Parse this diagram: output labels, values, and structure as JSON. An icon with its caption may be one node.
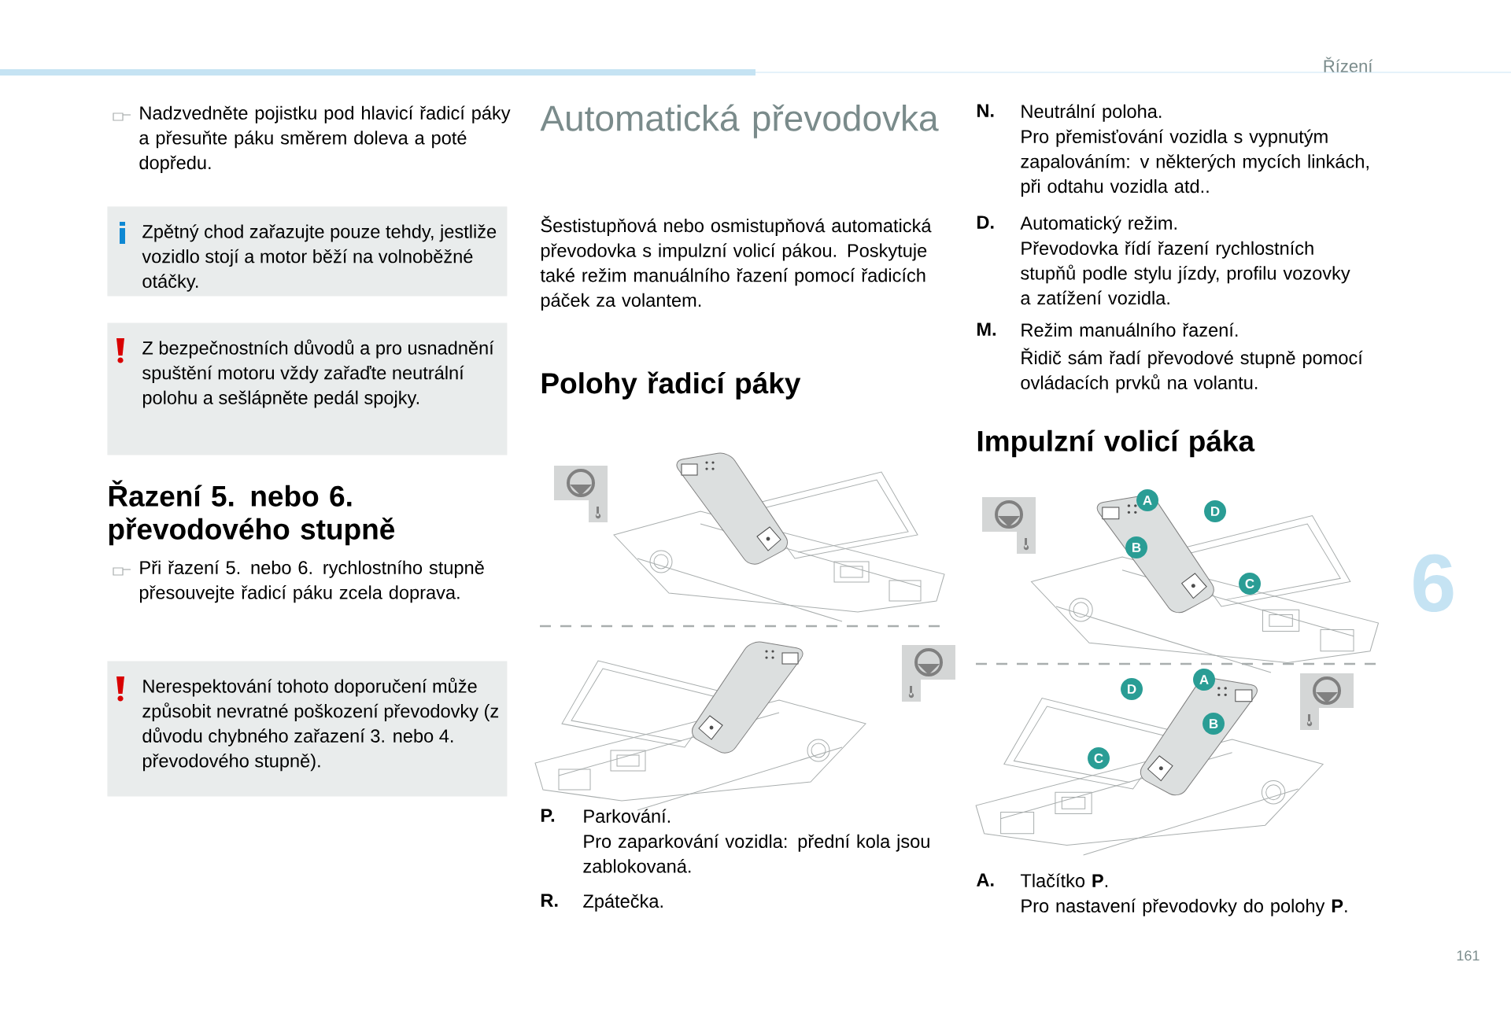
{
  "diagram": {
    "title": "Automatická převodovka",
    "nodes": [
      {
        "text": [
          "Zpětný chod zařazujte pouze tehdy, jestliže vozidlo stojí a motor běží na volnoběžné otáčky."
        ]
      },
      {
        "text": [
          "Z bezpečnostních důvodů a pro usnadnění spuštění motoru vždy zařaďte neutrální polohu a sešlápněte pedál spojky."
        ]
      },
      {
        "text": [
          "Nerespektování tohoto doporučení může způsobit nevratné poškození převodovky (z důvodu chybného zařazení 3. nebo 4. převodového stupně)."
        ]
      },
      {
        "text": [
          "A"
        ]
      },
      {
        "text": [
          "D"
        ]
      },
      {
        "text": [
          "B"
        ]
      },
      {
        "text": [
          "C"
        ]
      },
      {
        "text": [
          "A"
        ]
      },
      {
        "text": [
          "D"
        ]
      },
      {
        "text": [
          "B"
        ]
      },
      {
        "text": [
          "C"
        ]
      }
    ],
    "labels": [
      "Nadzvedněte pojistku pod hlavicí řadicí páky a přesuňte páku směrem doleva a poté dopředu.",
      "Řazení 5. nebo 6. převodového stupně",
      "Při řazení 5. nebo 6. rychlostního stupně přesouvejte řadicí páku zcela doprava.",
      "Šestistupňová nebo osmistupňová automatická převodovka s impulzní volicí pákou. Poskytuje také režim manuálního řazení pomocí řadicích páček za volantem.",
      "Polohy řadicí páky",
      "P.",
      "Parkování.",
      "Pro zaparkování vozidla: přední kola jsou zablokovaná.",
      "R.",
      "Zpátečka.",
      "Řízení",
      "N.",
      "Neutrální poloha.",
      "Pro  přemisťování vozidla s vypnutým zapalováním: v některých mycích linkách, při odtahu vozidla atd..",
      "D.",
      "Automatický režim.",
      "Převodovka řídí řazení rychlostních stupňů podle stylu jízdy, profilu vozovky a zatížení vozidla.",
      "M.",
      "Režim manuálního řazení.",
      "Řidič sám řadí převodové stupně pomocí ovládacích prvků na volantu.",
      "Impulzní volicí páka",
      "A.",
      "Tlačítko **P**.",
      "Pro nastavení převodovky do polohy **P**.",
      "6",
      "161"
    ]
  }
}
